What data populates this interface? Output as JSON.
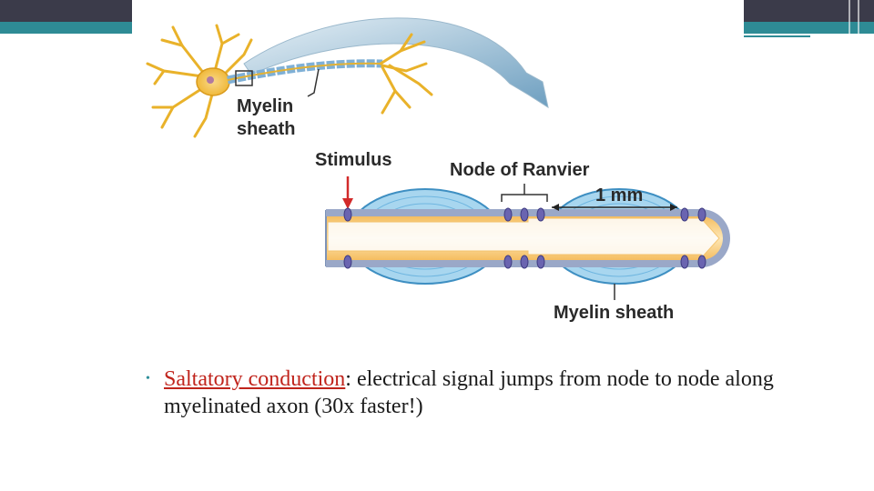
{
  "slide": {
    "colors": {
      "top_bar": "#3b3b4a",
      "teal_bar": "#2e8b95",
      "accent": "#2f8f9a",
      "term": "#c0241c"
    },
    "diagram": {
      "label_myelin_sheath_top_line1": "Myelin",
      "label_myelin_sheath_top_line2": "sheath",
      "label_stimulus": "Stimulus",
      "label_node_of_ranvier": "Node of Ranvier",
      "label_scale": "1 mm",
      "label_myelin_sheath_bottom": "Myelin sheath"
    },
    "bullet": {
      "marker": "•",
      "term": "Saltatory conduction",
      "text": ": electrical signal jumps from node to node along myelinated axon (30x faster!)"
    }
  }
}
